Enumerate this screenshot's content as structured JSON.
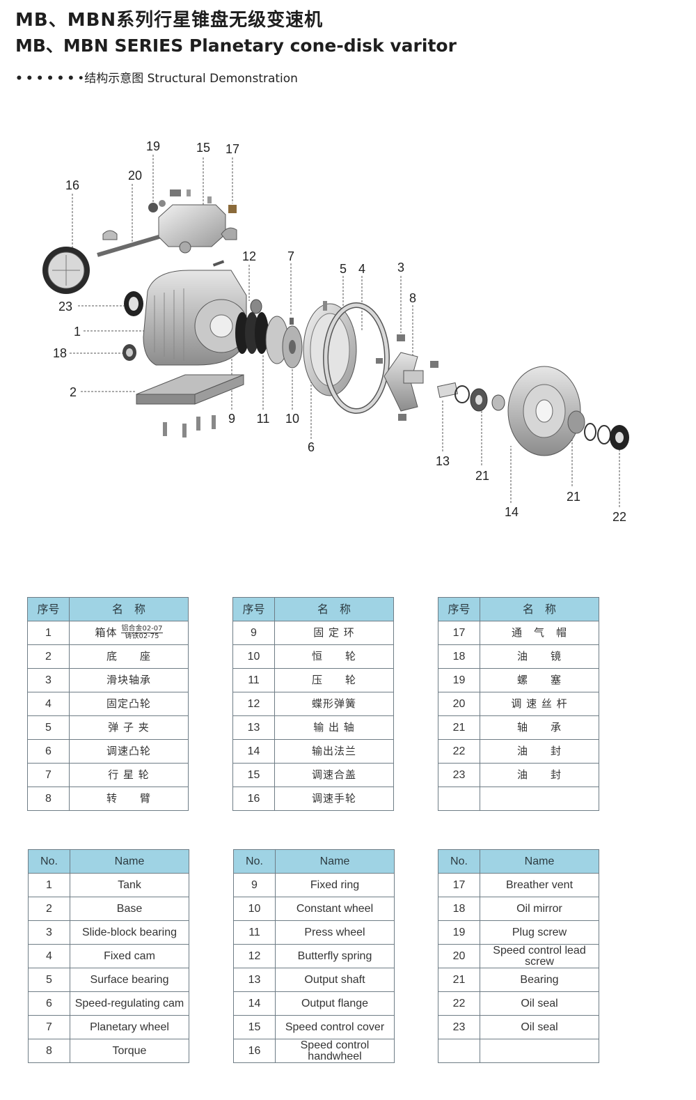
{
  "header": {
    "title_cn": "MB、MBN系列行星锥盘无级变速机",
    "title_en": "MB、MBN SERIES Planetary cone-disk varitor",
    "subtitle_dots": "••••••",
    "subtitle_text": "•结构示意图 Structural Demonstration"
  },
  "diagram": {
    "labels": [
      "19",
      "15",
      "17",
      "20",
      "16",
      "12",
      "7",
      "5",
      "4",
      "3",
      "8",
      "23",
      "1",
      "18",
      "2",
      "9",
      "11",
      "10",
      "6",
      "13",
      "21",
      "21",
      "14",
      "22"
    ]
  },
  "cn_tables": [
    {
      "headers": [
        "序号",
        "名　称"
      ],
      "rows": [
        {
          "no": "1",
          "name": "箱体"
        },
        {
          "no": "2",
          "name": "底　　座"
        },
        {
          "no": "3",
          "name": "滑块轴承"
        },
        {
          "no": "4",
          "name": "固定凸轮"
        },
        {
          "no": "5",
          "name": "弹 子 夹"
        },
        {
          "no": "6",
          "name": "调速凸轮"
        },
        {
          "no": "7",
          "name": "行 星 轮"
        },
        {
          "no": "8",
          "name": "转　　臂"
        }
      ],
      "tank_variant_top": "铝合金02-07",
      "tank_variant_bottom": "铸铁02-75"
    },
    {
      "headers": [
        "序号",
        "名　称"
      ],
      "rows": [
        {
          "no": "9",
          "name": "固 定 环"
        },
        {
          "no": "10",
          "name": "恒　　轮"
        },
        {
          "no": "11",
          "name": "压　　轮"
        },
        {
          "no": "12",
          "name": "蝶形弹簧"
        },
        {
          "no": "13",
          "name": "输 出 轴"
        },
        {
          "no": "14",
          "name": "输出法兰"
        },
        {
          "no": "15",
          "name": "调速合盖"
        },
        {
          "no": "16",
          "name": "调速手轮"
        }
      ]
    },
    {
      "headers": [
        "序号",
        "名　称"
      ],
      "rows": [
        {
          "no": "17",
          "name": "通　气　帽"
        },
        {
          "no": "18",
          "name": "油　　镜"
        },
        {
          "no": "19",
          "name": "螺　　塞"
        },
        {
          "no": "20",
          "name": "调 速 丝 杆"
        },
        {
          "no": "21",
          "name": "轴　　承"
        },
        {
          "no": "22",
          "name": "油　　封"
        },
        {
          "no": "23",
          "name": "油　　封"
        },
        {
          "no": "",
          "name": ""
        }
      ]
    }
  ],
  "en_tables": [
    {
      "headers": [
        "No.",
        "Name"
      ],
      "rows": [
        {
          "no": "1",
          "name": "Tank"
        },
        {
          "no": "2",
          "name": "Base"
        },
        {
          "no": "3",
          "name": "Slide-block bearing"
        },
        {
          "no": "4",
          "name": "Fixed cam"
        },
        {
          "no": "5",
          "name": "Surface bearing"
        },
        {
          "no": "6",
          "name": "Speed-regulating cam"
        },
        {
          "no": "7",
          "name": "Planetary wheel"
        },
        {
          "no": "8",
          "name": "Torque"
        }
      ]
    },
    {
      "headers": [
        "No.",
        "Name"
      ],
      "rows": [
        {
          "no": "9",
          "name": "Fixed ring"
        },
        {
          "no": "10",
          "name": "Constant wheel"
        },
        {
          "no": "11",
          "name": "Press wheel"
        },
        {
          "no": "12",
          "name": "Butterfly spring"
        },
        {
          "no": "13",
          "name": "Output shaft"
        },
        {
          "no": "14",
          "name": "Output flange"
        },
        {
          "no": "15",
          "name": "Speed control cover"
        },
        {
          "no": "16",
          "name": "Speed control handwheel"
        }
      ]
    },
    {
      "headers": [
        "No.",
        "Name"
      ],
      "rows": [
        {
          "no": "17",
          "name": "Breather vent"
        },
        {
          "no": "18",
          "name": "Oil mirror"
        },
        {
          "no": "19",
          "name": "Plug screw"
        },
        {
          "no": "20",
          "name": "Speed control lead screw"
        },
        {
          "no": "21",
          "name": "Bearing"
        },
        {
          "no": "22",
          "name": "Oil seal"
        },
        {
          "no": "23",
          "name": "Oil seal"
        },
        {
          "no": "",
          "name": ""
        }
      ]
    }
  ]
}
